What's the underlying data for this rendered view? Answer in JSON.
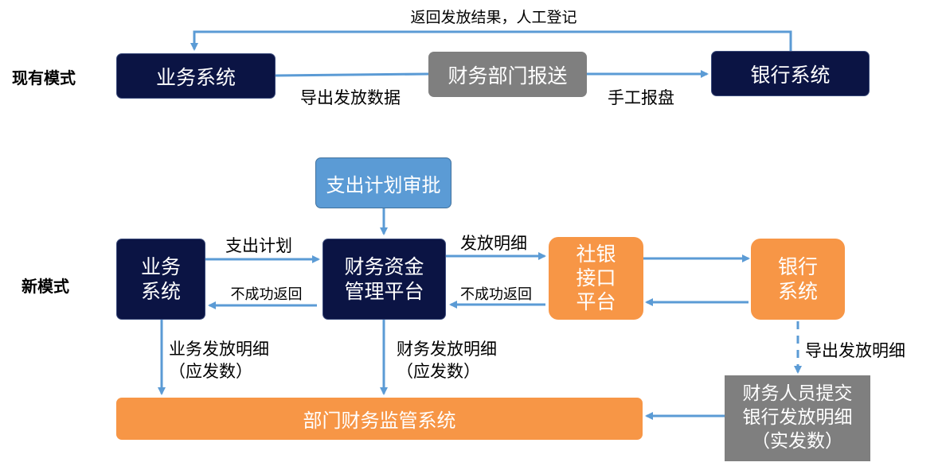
{
  "sections": {
    "current": "现有模式",
    "new": "新模式"
  },
  "current_mode": {
    "business_system": "业务系统",
    "finance_dept": "财务部门报送",
    "bank_system": "银行系统",
    "edge_export": "导出发放数据",
    "edge_manual": "手工报盘",
    "edge_return": "返回发放结果，人工登记"
  },
  "new_mode": {
    "approval": "支出计划审批",
    "business_system": "业务\n系统",
    "fund_platform": "财务资金\n管理平台",
    "social_bank": "社银\n接口\n平台",
    "bank_system": "银行\n系统",
    "supervision": "部门财务监管系统",
    "finance_staff": "财务人员提交\n银行发放明细\n（实发数）",
    "edge_plan": "支出计划",
    "edge_fail_1": "不成功返回",
    "edge_detail": "发放明细",
    "edge_fail_2": "不成功返回",
    "edge_business_detail": "业务发放明细\n（应发数）",
    "edge_finance_detail": "财务发放明细\n（应发数）",
    "edge_export_detail": "导出发放明细"
  },
  "colors": {
    "navy": "#0b1444",
    "grey": "#7f7f7f",
    "blue": "#5b9bd5",
    "orange": "#f79646",
    "arrow": "#5b9bd5"
  }
}
